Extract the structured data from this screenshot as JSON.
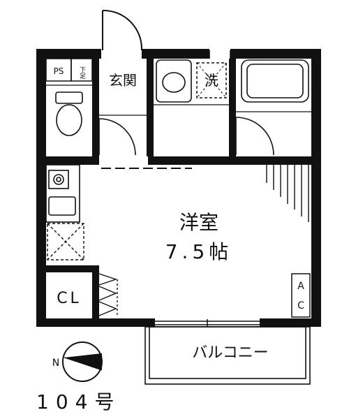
{
  "labels": {
    "ps": "PS",
    "shoe_box": "下足",
    "entrance": "玄関",
    "washer": "洗",
    "room": "洋室",
    "room_size": "7.5帖",
    "closet": "CL",
    "ac": "AC",
    "balcony": "バルコニー",
    "compass_n": "N",
    "unit": "104号"
  }
}
